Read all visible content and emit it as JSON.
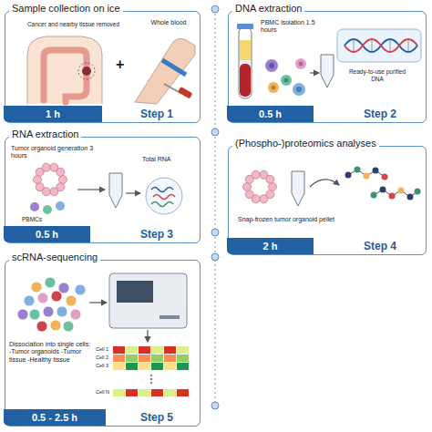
{
  "diagram": {
    "nodes": [
      {
        "text": [
          "Sample collection on ice",
          "Cancer and nearby tissue removed",
          "+",
          "Whole blood",
          "Step 1"
        ]
      },
      {
        "text": [
          "1 h"
        ],
        "in": 0
      },
      {
        "text": [
          "DNA extraction",
          "PBMC isolation 1.5 hours",
          "Ready-to-use purified DNA",
          "Step 2"
        ]
      },
      {
        "text": [
          "0.5 h"
        ],
        "in": 2
      },
      {
        "text": [
          "RNA extraction",
          "Tumor organoid generation 3 hours",
          "Total RNA",
          "PBMCs",
          "Step 3"
        ]
      },
      {
        "text": [
          "0.5 h"
        ],
        "in": 4
      },
      {
        "text": [
          "(Phospho-)proteomics analyses",
          "Snap-frozen tumor organoid pellet",
          "Step 4"
        ]
      },
      {
        "text": [
          "2 h"
        ],
        "in": 6
      },
      {
        "text": [
          "scRNA-sequencing",
          "Dissociation into single cells: -Tumor organoids -Tumor tissue -Healthy tissue",
          "Cell 1",
          "Cell 2",
          "Cell 3",
          "Cell N",
          "Step 5"
        ]
      },
      {
        "text": [
          "0.5 - 2.5 h"
        ],
        "in": 8
      }
    ]
  }
}
